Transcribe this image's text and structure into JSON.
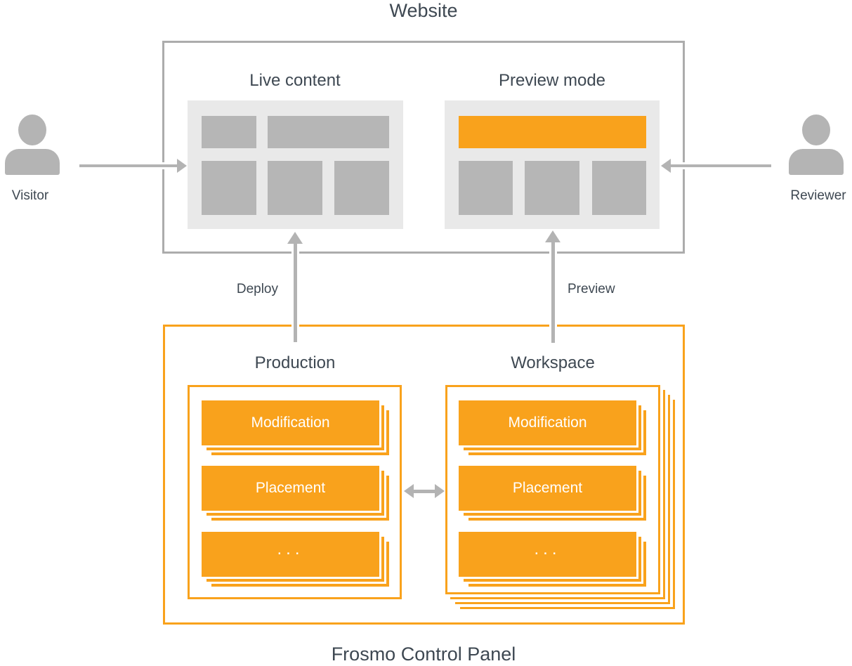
{
  "colors": {
    "orange": "#F9A21C",
    "gray_border": "#ACACAC",
    "gray_arrow": "#B3B3B3",
    "gray_block": "#B6B6B6",
    "thumb_bg": "#E9E9E9",
    "person_gray": "#B4B4B4",
    "text_dark": "#3E4852",
    "card_text": "#FFFFFF"
  },
  "website": {
    "title": "Website",
    "live_content": {
      "label": "Live content"
    },
    "preview_mode": {
      "label": "Preview mode"
    }
  },
  "actors": {
    "visitor": {
      "label": "Visitor"
    },
    "reviewer": {
      "label": "Reviewer"
    }
  },
  "flows": {
    "deploy": {
      "label": "Deploy"
    },
    "preview": {
      "label": "Preview"
    }
  },
  "control_panel": {
    "title": "Frosmo Control Panel",
    "production": {
      "label": "Production",
      "cards": [
        {
          "label": "Modification"
        },
        {
          "label": "Placement"
        },
        {
          "label": "..."
        }
      ]
    },
    "workspace": {
      "label": "Workspace",
      "cards": [
        {
          "label": "Modification"
        },
        {
          "label": "Placement"
        },
        {
          "label": "..."
        }
      ]
    }
  }
}
